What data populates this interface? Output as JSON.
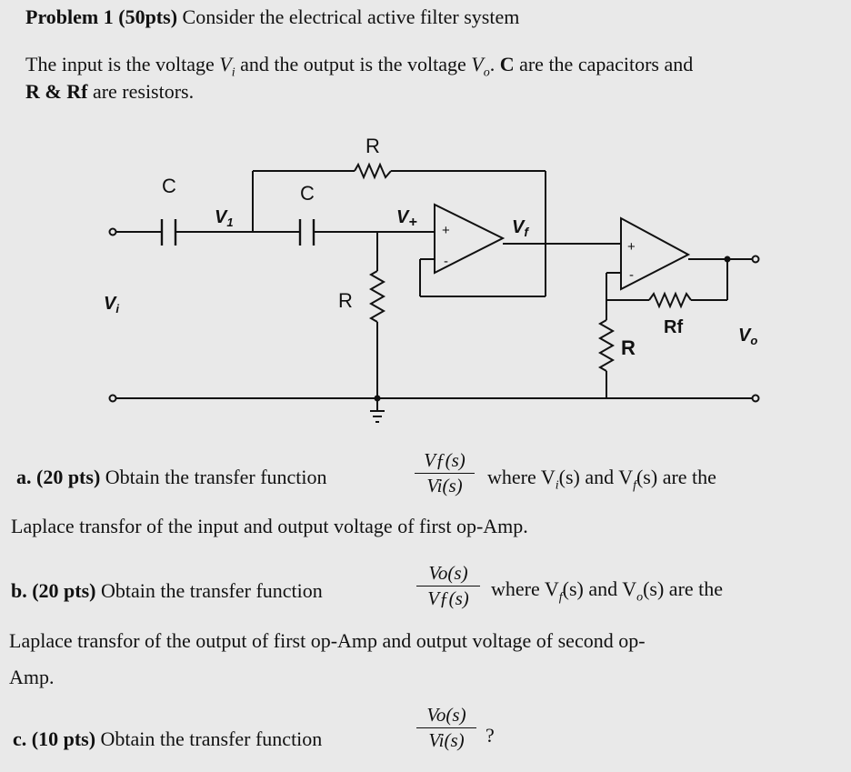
{
  "problem": {
    "heading_bold": "Problem 1 (50pts)",
    "heading_rest": " Consider the electrical active filter system",
    "intro1_a": "The input is the voltage ",
    "intro1_vi": "V",
    "intro1_vi_sub": "i",
    "intro1_b": " and the output is the voltage ",
    "intro1_vo": "V",
    "intro1_vo_sub": "o",
    "intro1_c": ". ",
    "intro1_cbold": "C",
    "intro1_d": " are the capacitors and",
    "intro2_bold": "R & Rf",
    "intro2_rest": " are resistors."
  },
  "circuit": {
    "label_c1": "C",
    "label_c2": "C",
    "label_v1": "V",
    "label_v1_sub": "1",
    "label_r_top": "R",
    "label_vplus": "V",
    "label_vplus_sub": "+",
    "label_r_shunt": "R",
    "label_vf": "V",
    "label_vf_sub": "f",
    "label_vi": "V",
    "label_vi_sub": "i",
    "label_r_gnd": "R",
    "label_rf": "Rf",
    "label_vo": "V",
    "label_vo_sub": "o",
    "opamp_plus": "+",
    "opamp_minus": "-"
  },
  "part_a": {
    "label": "a. (20 pts)",
    "text1": " Obtain the transfer function",
    "frac_num": "Vƒ(s)",
    "frac_den": "Vi(s)",
    "text2": "where V",
    "text2_sub1": "i",
    "text2_b": "(s) and V",
    "text2_sub2": "f",
    "text2_c": "(s) are the",
    "line2": "Laplace transfor of the input and output voltage of first op-Amp."
  },
  "part_b": {
    "label": "b. (20 pts)",
    "text1": " Obtain the transfer function",
    "frac_num": "Vo(s)",
    "frac_den": "Vƒ(s)",
    "text2": "where V",
    "text2_sub1": "f",
    "text2_b": "(s) and V",
    "text2_sub2": "o",
    "text2_c": "(s) are the",
    "line2": "Laplace transfor of the output of first op-Amp and output voltage of second op-",
    "line3": "Amp."
  },
  "part_c": {
    "label": "c. (10 pts)",
    "text1": " Obtain the transfer function",
    "frac_num": "Vo(s)",
    "frac_den": "Vi(s)",
    "tail": "?"
  },
  "colors": {
    "ink": "#111111",
    "paper": "#e9e9e9"
  }
}
